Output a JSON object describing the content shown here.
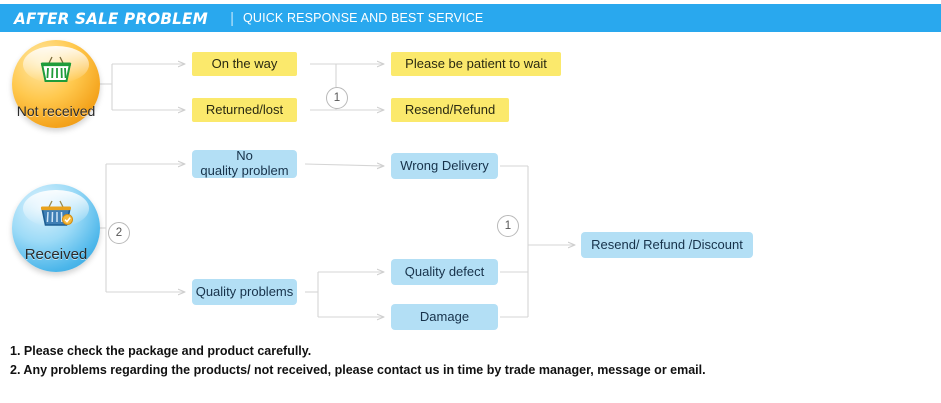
{
  "header": {
    "title": "AFTER SALE PROBLEM",
    "separator": "|",
    "subtitle": "QUICK RESPONSE AND BEST SERVICE",
    "bg_color": "#29a8ee",
    "text_color": "#ffffff"
  },
  "colors": {
    "yellow_node": "#fbe96c",
    "blue_node": "#b3dff5",
    "connector": "#d5d5d5",
    "badge_orange": "#f4a31c",
    "badge_blue": "#4cb6ea"
  },
  "badges": [
    {
      "id": "not-received",
      "label": "Not received",
      "icon": "shopping-basket-icon",
      "color": "#f4a31c"
    },
    {
      "id": "received",
      "label": "Received",
      "icon": "shopping-basket-icon",
      "color": "#4cb6ea"
    }
  ],
  "flow": {
    "not_received_branch": {
      "stage1": [
        {
          "label": "On the way"
        },
        {
          "label": "Returned/lost"
        }
      ],
      "marker": "1",
      "stage2": [
        {
          "label": "Please be patient to wait"
        },
        {
          "label": "Resend/Refund"
        }
      ]
    },
    "received_branch": {
      "marker": "2",
      "stage1": [
        {
          "label": "No\nquality problem"
        },
        {
          "label": "Quality problems"
        }
      ],
      "stage2": [
        {
          "label": "Wrong Delivery"
        },
        {
          "label": "Quality defect"
        },
        {
          "label": "Damage"
        }
      ],
      "marker_right": "1",
      "outcome": {
        "label": "Resend/ Refund /Discount"
      }
    }
  },
  "nodes": {
    "on_the_way": "On the way",
    "returned_lost": "Returned/lost",
    "please_be_patient": "Please be patient to wait",
    "resend_refund": "Resend/Refund",
    "no_quality_problem_line1": "No",
    "no_quality_problem_line2": "quality problem",
    "quality_problems": "Quality problems",
    "wrong_delivery": "Wrong Delivery",
    "quality_defect": "Quality defect",
    "damage": "Damage",
    "resend_refund_discount": "Resend/ Refund /Discount"
  },
  "markers": {
    "top": "1",
    "left": "2",
    "right": "1"
  },
  "notes": [
    "1. Please check the package and product carefully.",
    "2. Any problems regarding the products/ not received, please contact us in time by trade manager, message or email."
  ]
}
